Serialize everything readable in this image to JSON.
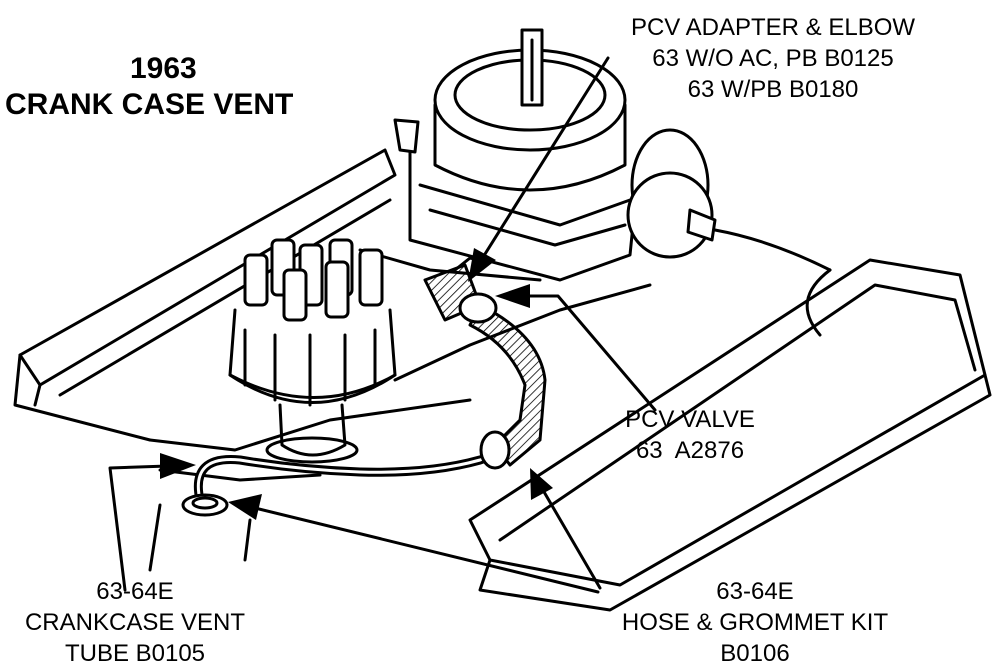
{
  "title": {
    "year": "1963",
    "name": "CRANK CASE VENT"
  },
  "callouts": {
    "pcv_adapter": {
      "line1": "PCV ADAPTER & ELBOW",
      "line2": "63 W/O AC, PB B0125",
      "line3": "63 W/PB B0180"
    },
    "pcv_valve": {
      "line1": "PCV VALVE",
      "line2": "63  A2876"
    },
    "vent_tube": {
      "line1": "63-64E",
      "line2": "CRANKCASE VENT",
      "line3": "TUBE B0105"
    },
    "hose_kit": {
      "line1": "63-64E",
      "line2": "HOSE & GROMMET KIT",
      "line3": "B0106"
    }
  }
}
